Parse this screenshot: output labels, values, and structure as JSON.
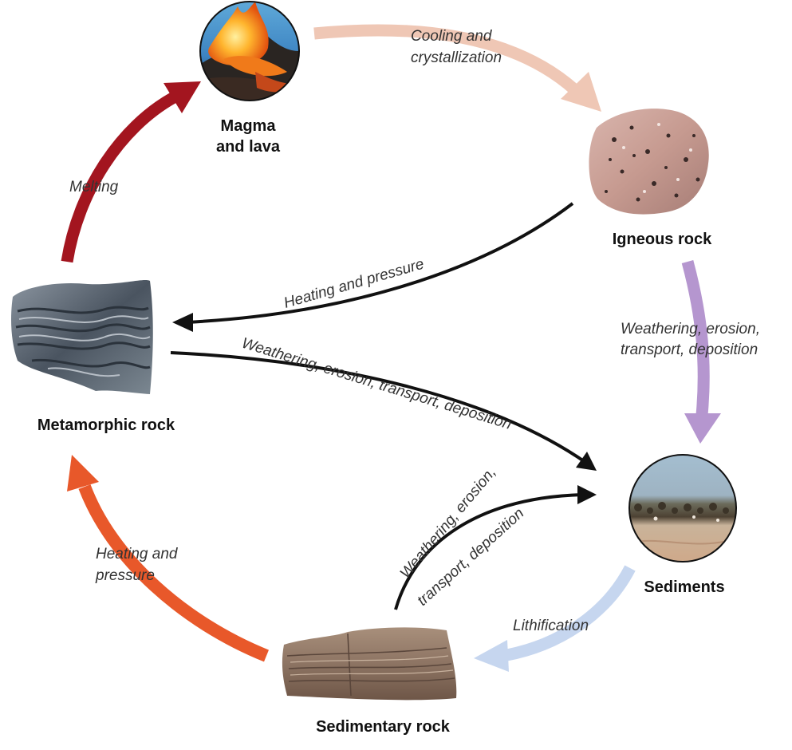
{
  "nodes": {
    "magma": {
      "label_line1": "Magma",
      "label_line2": "and lava"
    },
    "igneous": {
      "label": "Igneous rock"
    },
    "metamorphic": {
      "label": "Metamorphic rock"
    },
    "sediments": {
      "label": "Sediments"
    },
    "sedimentary": {
      "label": "Sedimentary rock"
    }
  },
  "processes": {
    "cooling": {
      "line1": "Cooling and",
      "line2": "crystallization"
    },
    "melting": {
      "label": "Melting"
    },
    "igneous_to_meta": {
      "label": "Heating and pressure"
    },
    "meta_to_sediments": {
      "label": "Weathering, erosion, transport, deposition"
    },
    "igneous_to_sediments": {
      "line1": "Weathering, erosion,",
      "line2": "transport, deposition"
    },
    "sedrock_to_sediments": {
      "line1": "Weathering, erosion,",
      "line2": "transport, deposition"
    },
    "sed_to_meta": {
      "line1": "Heating and",
      "line2": "pressure"
    },
    "lithification": {
      "label": "Lithification"
    }
  },
  "colors": {
    "cooling_arrow": "#EFC7B5",
    "melting_arrow": "#A3151F",
    "weathering_arrow": "#B596CF",
    "lithification_arrow": "#C6D6EF",
    "heating_arrow": "#E8582A",
    "internal_arrow": "#111111"
  },
  "icons": {
    "magma": "volcano-lava-photo",
    "igneous": "granite-rock-photo",
    "metamorphic": "gneiss-rock-photo",
    "sediments": "sediment-layers-photo",
    "sedimentary": "sedimentary-rock-photo"
  }
}
